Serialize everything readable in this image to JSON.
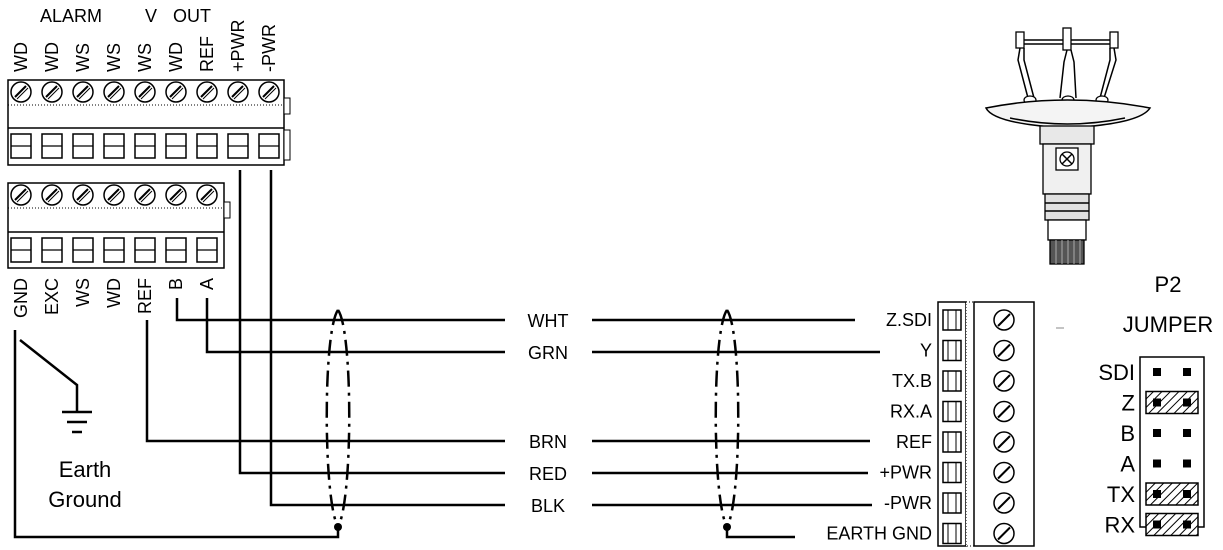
{
  "top_block": {
    "group_labels": {
      "alarm": "ALARM",
      "v": "V",
      "out": "OUT"
    },
    "terminals": [
      "WD",
      "WD",
      "WS",
      "WS",
      "WS",
      "WD",
      "REF",
      "+PWR",
      "-PWR"
    ]
  },
  "lower_block": {
    "terminals": [
      "GND",
      "EXC",
      "WS",
      "WD",
      "REF",
      "B",
      "A"
    ]
  },
  "earth_ground": {
    "line1": "Earth",
    "line2": "Ground"
  },
  "cable_wires": [
    {
      "color_label": "WHT",
      "sensor_terminal": "Z.SDI"
    },
    {
      "color_label": "GRN",
      "sensor_terminal": "Y"
    },
    {
      "color_label": "BRN",
      "sensor_terminal": "REF"
    },
    {
      "color_label": "RED",
      "sensor_terminal": "+PWR"
    },
    {
      "color_label": "BLK",
      "sensor_terminal": "-PWR"
    }
  ],
  "sensor_terminals": [
    "Z.SDI",
    "Y",
    "TX.B",
    "RX.A",
    "REF",
    "+PWR",
    "-PWR",
    "EARTH GND"
  ],
  "p2_jumper": {
    "title": "P2",
    "subtitle": "JUMPER",
    "rows": [
      "SDI",
      "Z",
      "B",
      "A",
      "TX",
      "RX"
    ],
    "hatched_rows": [
      "Z",
      "TX",
      "RX"
    ]
  },
  "device_icon": "ultrasonic-anemometer-icon"
}
